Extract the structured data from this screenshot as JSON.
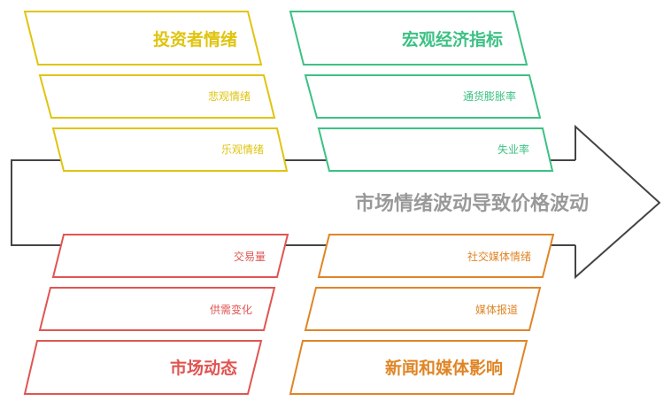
{
  "title": "市场情绪波动导致价格波动",
  "colors": {
    "spine": "#444444",
    "title": "#999999"
  },
  "categories": [
    {
      "name": "投资者情绪",
      "color": "#e0c40f",
      "causes": [
        "悲观情绪",
        "乐观情绪"
      ]
    },
    {
      "name": "宏观经济指标",
      "color": "#3cc184",
      "causes": [
        "通货膨胀率",
        "失业率"
      ]
    },
    {
      "name": "市场动态",
      "color": "#e05552",
      "causes": [
        "交易量",
        "供需变化"
      ]
    },
    {
      "name": "新闻和媒体影响",
      "color": "#e08526",
      "causes": [
        "社交媒体情绪",
        "媒体报道"
      ]
    }
  ]
}
